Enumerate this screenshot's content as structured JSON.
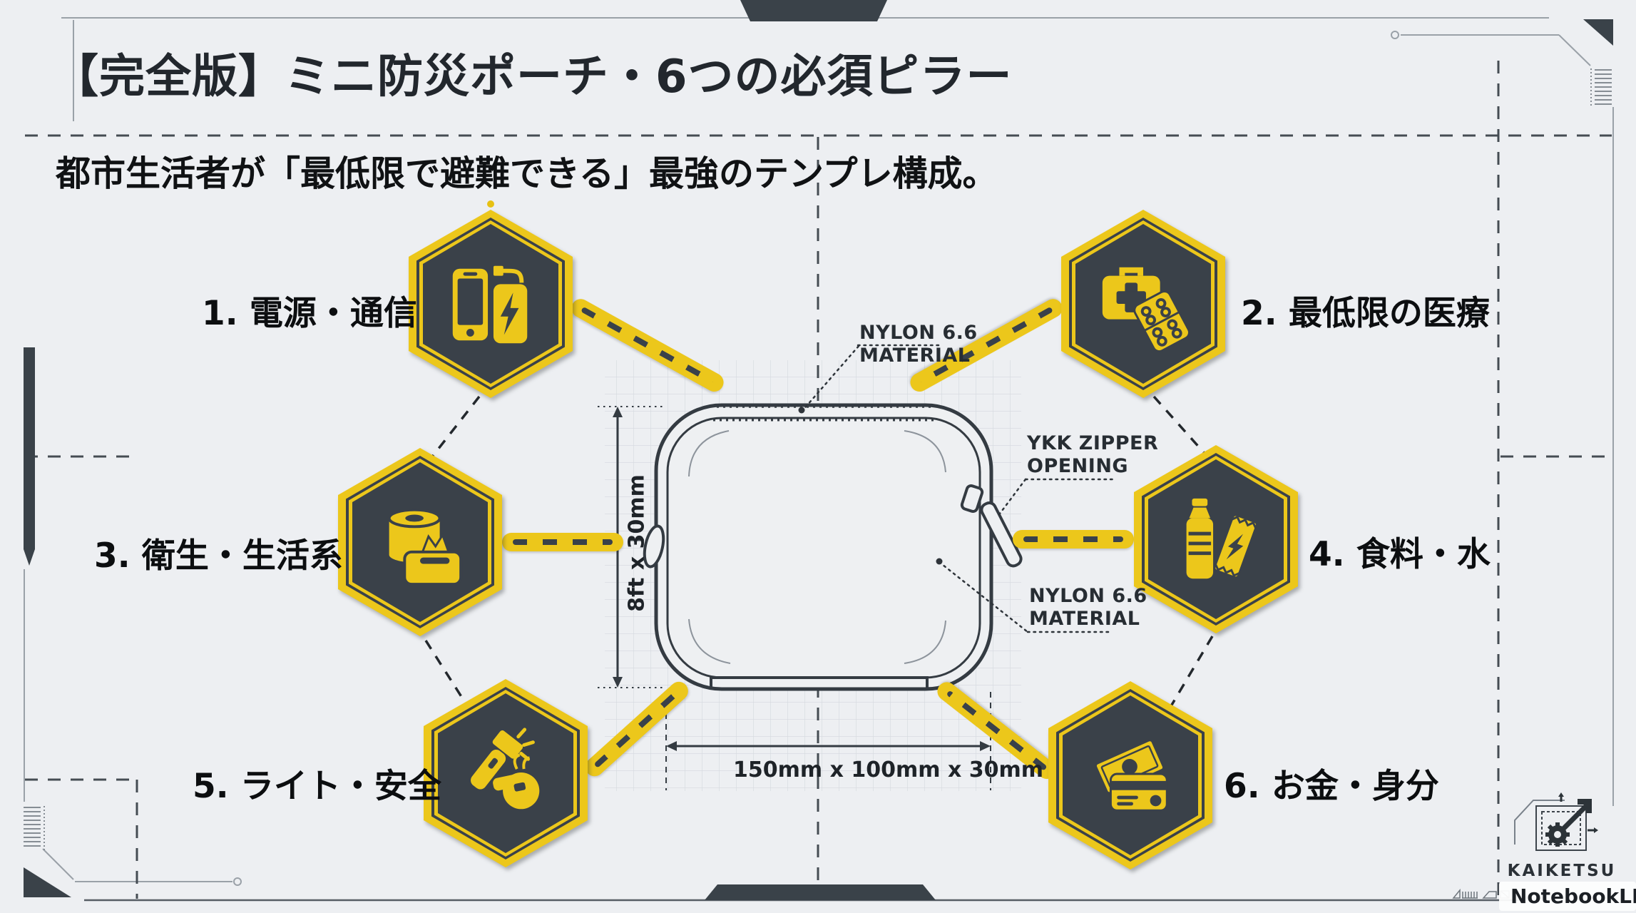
{
  "header": {
    "title": "【完全版】ミニ防災ポーチ・6つの必須ピラー",
    "subtitle": "都市生活者が「最低限で避難できる」最強のテンプレ構成。"
  },
  "pillars": [
    {
      "label": "1. 電源・通信",
      "icon": "smartphone-powerbank"
    },
    {
      "label": "2. 最低限の医療",
      "icon": "first-aid-kit-pills"
    },
    {
      "label": "3. 衛生・生活系",
      "icon": "tissue-roll-wet-wipes"
    },
    {
      "label": "4. 食料・水",
      "icon": "water-bottle-energy-bar"
    },
    {
      "label": "5. ライト・安全",
      "icon": "flashlight-whistle"
    },
    {
      "label": "6. お金・身分",
      "icon": "cash-id-card"
    }
  ],
  "pouch": {
    "material_top": {
      "line1": "NYLON 6.6",
      "line2": "MATERIAL"
    },
    "zipper": {
      "line1": "YKK ZIPPER",
      "line2": "OPENING"
    },
    "material_bottom": {
      "line1": "NYLON 6.6",
      "line2": "MATERIAL"
    },
    "dim_height": "8ft x 30mm",
    "dim_width": "150mm x 100mm x 30mm"
  },
  "footer": {
    "brand": "KAIKETSU",
    "attribution": "NotebookLM"
  },
  "colors": {
    "background": "#EDEFF2",
    "accent_yellow": "#ECC71B",
    "dark_slate": "#3A4149"
  }
}
